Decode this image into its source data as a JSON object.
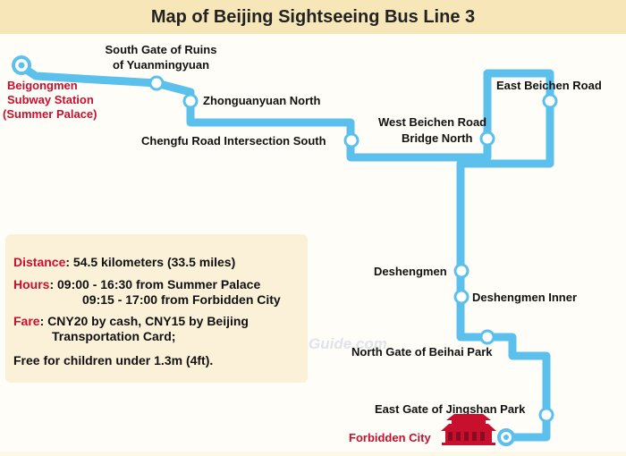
{
  "title": "Map of Beijing Sightseeing Bus Line 3",
  "watermark": "TravelChinaGuide.com",
  "colors": {
    "route": "#5bc0eb",
    "station_fill": "#ffffff",
    "highlight": "#c8102e",
    "title_bg": "#f7e6b8",
    "info_bg": "#fbf0d8"
  },
  "stations": {
    "beigongmen": [
      "Beigongmen",
      "Subway Station",
      "(Summer Palace)"
    ],
    "south_gate_yuanmingyuan": [
      "South Gate of Ruins",
      "of Yuanmingyuan"
    ],
    "zhongguanyuan_north": "Zhonguanyuan North",
    "chengfu_road": "Chengfu Road Intersection South",
    "west_beichen": [
      "West Beichen Road",
      "Bridge North"
    ],
    "east_beichen": "East Beichen Road",
    "deshengmen": "Deshengmen",
    "deshengmen_inner": "Deshengmen Inner",
    "beihai_north": "North Gate of Beihai Park",
    "jingshan_east": "East Gate of Jingshan Park",
    "forbidden_city": "Forbidden City"
  },
  "info": {
    "distance_label": "Distance",
    "distance_value": ": 54.5 kilometers (33.5 miles)",
    "hours_label": "Hours",
    "hours_line1": ": 09:00 - 16:30 from Summer Palace",
    "hours_line2": "09:15 - 17:00 from Forbidden City",
    "fare_label": "Fare",
    "fare_line1": ": CNY20 by cash, CNY15 by Beijing",
    "fare_line2": "Transportation Card;",
    "free_line": "Free for children under 1.3m (4ft)."
  }
}
